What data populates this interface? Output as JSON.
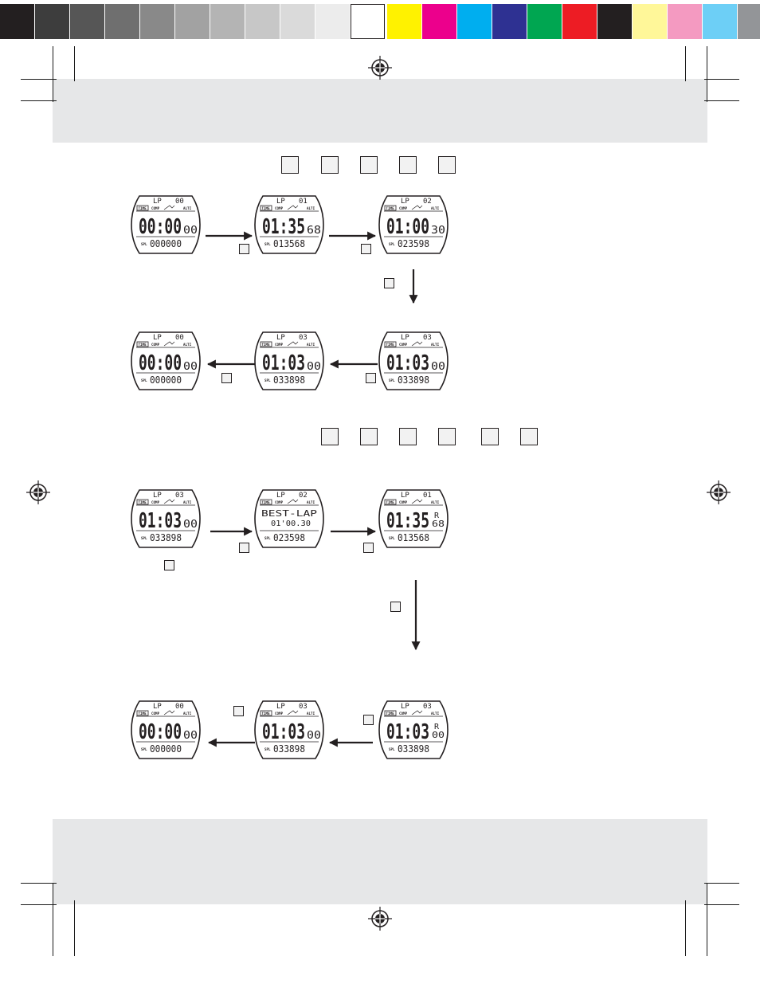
{
  "colors": {
    "grayscale": [
      "#231f20",
      "#3d3d3d",
      "#565656",
      "#6f6f6f",
      "#898989",
      "#a2a2a2",
      "#b4b4b4",
      "#c7c7c7",
      "#dadada",
      "#ececec",
      "#ffffff"
    ],
    "process": [
      "#fff200",
      "#ec008c",
      "#00aeef",
      "#2e3192",
      "#00a651",
      "#ed1c24",
      "#231f20",
      "#fff799",
      "#f49ac1",
      "#6dcff6",
      "#939598"
    ],
    "band": "#e6e7e8",
    "ink": "#231f20"
  },
  "watch_labels": {
    "time": "TIME",
    "comp": "COMP",
    "alti": "ALTI",
    "spl": "SPL"
  },
  "sequence1": {
    "row1": [
      {
        "top": "LP",
        "lap": "00",
        "main": "00:00",
        "small": "00",
        "spl": "000000"
      },
      {
        "top": "LP",
        "lap": "01",
        "main": "01:35",
        "small": "68",
        "spl": "013568"
      },
      {
        "top": "LP",
        "lap": "02",
        "main": "01:00",
        "small": "30",
        "spl": "023598"
      }
    ],
    "row2": [
      {
        "top": "LP",
        "lap": "00",
        "main": "00:00",
        "small": "00",
        "spl": "000000"
      },
      {
        "top": "LP",
        "lap": "03",
        "main": "01:03",
        "small": "00",
        "spl": "033898"
      },
      {
        "top": "LP",
        "lap": "03",
        "main": "01:03",
        "small": "00",
        "spl": "033898"
      }
    ]
  },
  "sequence2": {
    "row1": [
      {
        "top": "LP",
        "lap": "03",
        "main": "01:03",
        "small": "00",
        "spl": "033898"
      },
      {
        "top": "LP",
        "lap": "02",
        "text1": "BEST-LAP",
        "text2": "01'00.30",
        "spl": "023598"
      },
      {
        "top": "LP",
        "lap": "01",
        "main": "01:35",
        "flag": "R",
        "small": "68",
        "spl": "013568"
      }
    ],
    "row2": [
      {
        "top": "LP",
        "lap": "00",
        "main": "00:00",
        "small": "00",
        "spl": "000000"
      },
      {
        "top": "LP",
        "lap": "03",
        "main": "01:03",
        "small": "00",
        "spl": "033898"
      },
      {
        "top": "LP",
        "lap": "03",
        "main": "01:03",
        "flag": "R",
        "small": "00",
        "spl": "033898"
      }
    ]
  }
}
